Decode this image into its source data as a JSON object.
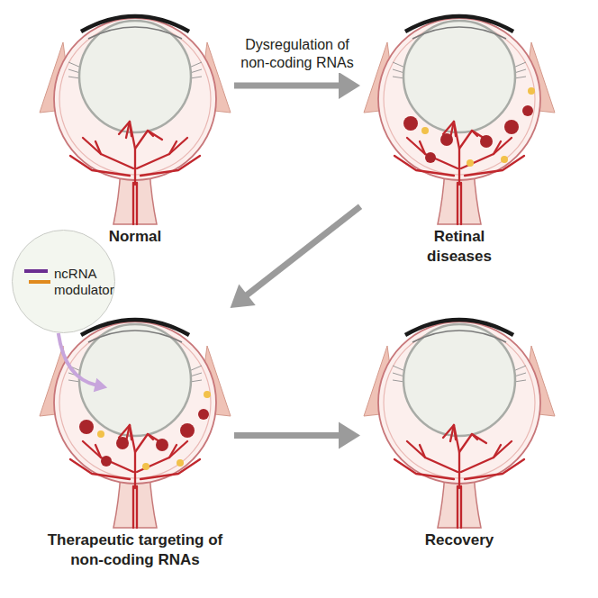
{
  "diagram": {
    "nodes": [
      {
        "text": [
          "Normal"
        ]
      },
      {
        "text": [
          "Retinal diseases"
        ]
      },
      {
        "text": [
          "ncRNA modulator"
        ]
      },
      {
        "text": [
          "Therapeutic targeting of non-coding RNAs"
        ]
      },
      {
        "text": [
          "Recovery"
        ]
      }
    ],
    "edges": [
      {
        "from": 0,
        "to": 1,
        "arrow": "to",
        "label": "Dysregulation of non-coding RNAs"
      },
      {
        "from": 1,
        "to": 3,
        "arrow": "to"
      },
      {
        "from": 3,
        "to": 4,
        "arrow": "to"
      },
      {
        "from": 2,
        "to": 3,
        "arrow": "to"
      }
    ]
  }
}
